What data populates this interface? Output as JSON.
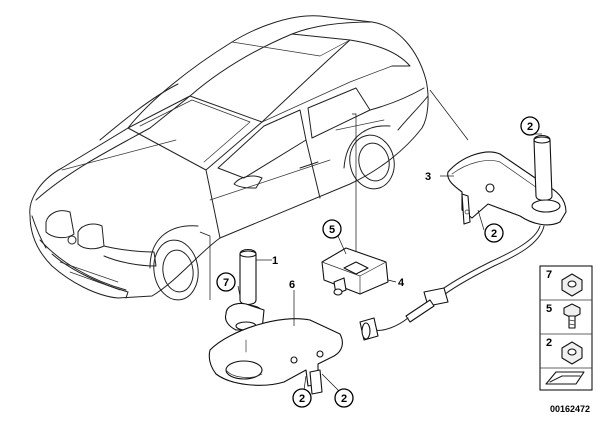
{
  "callouts": {
    "antenna_top_right": "2",
    "bracket_right_clip": "2",
    "antenna_left_nut": "7",
    "bracket_left_clip_a": "2",
    "bracket_left_clip_b": "2",
    "module_screw": "5"
  },
  "labels": {
    "part_1": "1",
    "part_3": "3",
    "part_4": "4",
    "part_6": "6"
  },
  "legend": {
    "nut": "7",
    "screw": "5",
    "clip_nut": "2"
  },
  "document_id": "00162472"
}
